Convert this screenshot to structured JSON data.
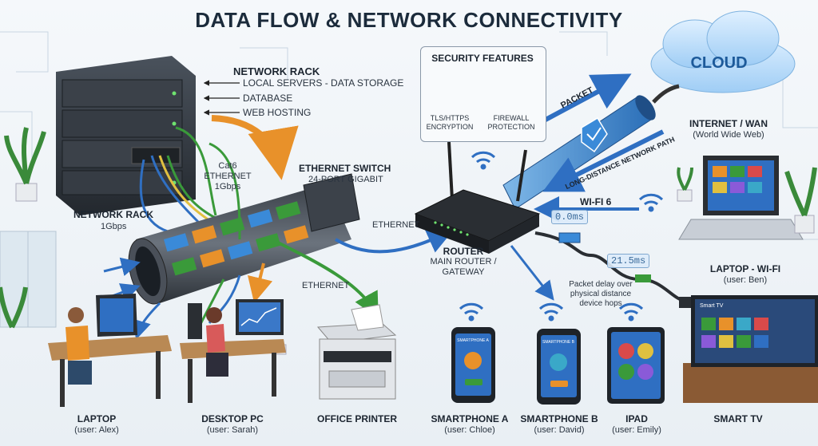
{
  "title": "DATA FLOW & NETWORK CONNECTIVITY",
  "network_rack_top": {
    "title": "NETWORK RACK",
    "items": [
      "LOCAL SERVERS - DATA STORAGE",
      "DATABASE",
      "WEB HOSTING"
    ]
  },
  "network_rack_left": {
    "title": "NETWORK RACK",
    "speed": "1Gbps"
  },
  "cable_spec": {
    "type": "Cat6",
    "name": "ETHERNET",
    "speed": "1Gbps"
  },
  "ethernet_switch": {
    "title": "ETHERNET SWITCH",
    "subtitle": "24-PORT GIGABIT"
  },
  "security": {
    "title": "SECURITY FEATURES",
    "items": [
      {
        "label_1": "TLS/HTTPS",
        "label_2": "ENCRYPTION",
        "icon": "padlock-icon"
      },
      {
        "label_1": "FIREWALL",
        "label_2": "PROTECTION",
        "icon": "firewall-icon"
      }
    ]
  },
  "cloud": {
    "label": "CLOUD"
  },
  "internet": {
    "title": "INTERNET / WAN",
    "subtitle": "(World Wide Web)"
  },
  "packet_label": "PACKET",
  "long_distance_label": "LONG-DISTANCE NETWORK PATH",
  "wifi6_label": "WI-FI 6",
  "ethernet_labels": [
    "ETHERNET",
    "ETHERNET"
  ],
  "router": {
    "title": "ROUTER",
    "subtitle_1": "MAIN ROUTER /",
    "subtitle_2": "GATEWAY"
  },
  "latency": {
    "a": "0.0ms",
    "b": "21.5ms"
  },
  "delay_note": {
    "line_1": "Packet delay over",
    "line_2": "physical distance",
    "line_3": "device hops"
  },
  "devices": [
    {
      "name": "LAPTOP",
      "user": "(user: Alex)"
    },
    {
      "name": "DESKTOP PC",
      "user": "(user: Sarah)"
    },
    {
      "name": "OFFICE PRINTER",
      "user": ""
    },
    {
      "name": "SMARTPHONE A",
      "user": "(user: Chloe)"
    },
    {
      "name": "SMARTPHONE B",
      "user": "(user: David)"
    },
    {
      "name": "IPAD",
      "user": "(user: Emily)"
    },
    {
      "name": "SMART TV",
      "user": ""
    }
  ],
  "laptop_wifi": {
    "name": "LAPTOP - WI-FI",
    "user": "(user: Ben)"
  },
  "screen_texts": {
    "phone_a": "SMARTPHONE A",
    "phone_b": "SMARTPHONE B",
    "tv": "Smart TV"
  },
  "colors": {
    "ethernet_blue": "#2f6fc2",
    "green": "#3a9a3a",
    "orange": "#e8912a",
    "router_black": "#25282d",
    "rack_dark": "#2f353d"
  }
}
